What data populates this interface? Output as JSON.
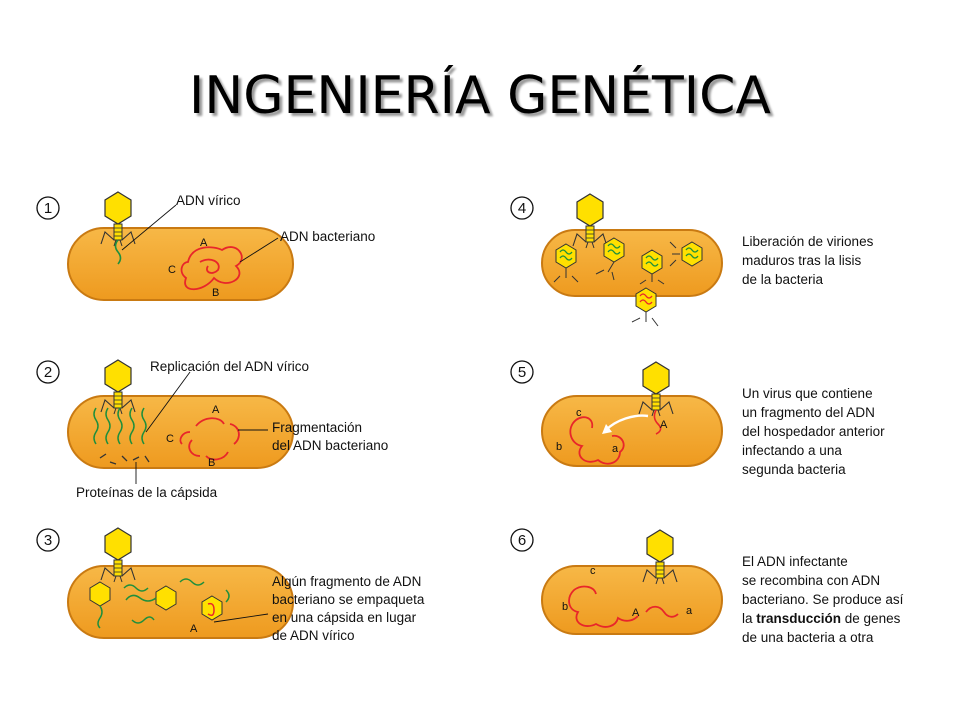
{
  "title": "INGENIERÍA GENÉTICA",
  "colors": {
    "cell_fill": "#f3a42c",
    "cell_stroke": "#c97a12",
    "phage": "#ffe000",
    "bact_dna": "#e8262a",
    "viral_dna": "#1f8f3c"
  },
  "panels": [
    {
      "number": "1",
      "labels": [
        "ADN vírico",
        "ADN bacteriano"
      ],
      "genes": [
        "A",
        "C",
        "B"
      ]
    },
    {
      "number": "2",
      "labels": [
        "Replicación del ADN vírico",
        "Fragmentación",
        "del ADN bacteriano",
        "Proteínas de la cápsida"
      ],
      "genes": [
        "A",
        "C",
        "B"
      ]
    },
    {
      "number": "3",
      "labels": [
        "Algún fragmento de ADN",
        "bacteriano se empaqueta",
        "en una cápsida en lugar",
        "de ADN vírico"
      ],
      "genes": [
        "A"
      ]
    },
    {
      "number": "4",
      "labels": [
        "Liberación de viriones",
        "maduros tras la lisis",
        "de la bacteria"
      ]
    },
    {
      "number": "5",
      "labels": [
        "Un virus que contiene",
        "un fragmento del ADN",
        "del hospedador anterior",
        "infectando a una",
        "segunda bacteria"
      ],
      "genes": [
        "c",
        "A",
        "b",
        "a"
      ]
    },
    {
      "number": "6",
      "text_parts": {
        "line1": "El ADN infectante",
        "line2": "se recombina con ADN",
        "line3": "bacteriano. Se produce así",
        "line4_pre": "la ",
        "line4_bold": "transducción",
        "line4_post": " de genes",
        "line5": "de una bacteria a otra"
      },
      "genes": [
        "c",
        "b",
        "A",
        "a"
      ]
    }
  ]
}
